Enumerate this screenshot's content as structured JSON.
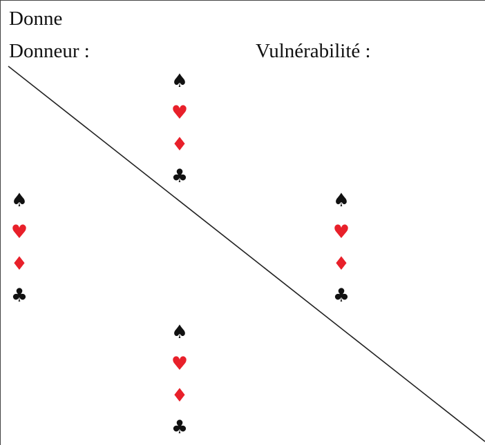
{
  "header": {
    "title": "Donne",
    "dealer_label": "Donneur :",
    "vulnerability_label": "Vulnérabilité :"
  },
  "colors": {
    "black_suit": "#111111",
    "red_suit": "#e8202a",
    "line": "#222222"
  },
  "hands": {
    "north": {
      "spades": "♠",
      "hearts": "♥",
      "diamonds": "♦",
      "clubs": "♣"
    },
    "west": {
      "spades": "♠",
      "hearts": "♥",
      "diamonds": "♦",
      "clubs": "♣"
    },
    "east": {
      "spades": "♠",
      "hearts": "♥",
      "diamonds": "♦",
      "clubs": "♣"
    },
    "south": {
      "spades": "♠",
      "hearts": "♥",
      "diamonds": "♦",
      "clubs": "♣"
    }
  }
}
